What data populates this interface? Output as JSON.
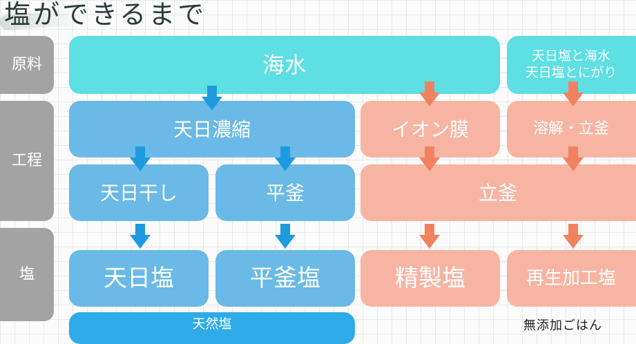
{
  "title": "塩ができるまで",
  "row_labels": {
    "raw": "原料",
    "process": "工程",
    "salt": "塩"
  },
  "boxes": {
    "seawater": "海水",
    "raw_right_line1": "天日塩と海水",
    "raw_right_line2": "天日塩とにがり",
    "solar_concentration": "天日濃縮",
    "ion_membrane": "イオン膜",
    "dissolve_boil": "溶解・立釜",
    "sun_drying": "天日干し",
    "flat_pan": "平釜",
    "vertical_pan": "立釜",
    "solar_salt": "天日塩",
    "flat_pan_salt": "平釜塩",
    "refined_salt": "精製塩",
    "reprocessed_salt": "再生加工塩",
    "natural_salt": "天然塩"
  },
  "credit": "無添加ごはん",
  "colors": {
    "cyan": "#5ddfe3",
    "blue": "#6ab9e6",
    "bright_blue": "#2eabe8",
    "salmon": "#f7b4a2",
    "arrow_blue": "#1e9be0",
    "arrow_salmon": "#f2825f",
    "label_grey": "#a3a3a3"
  }
}
